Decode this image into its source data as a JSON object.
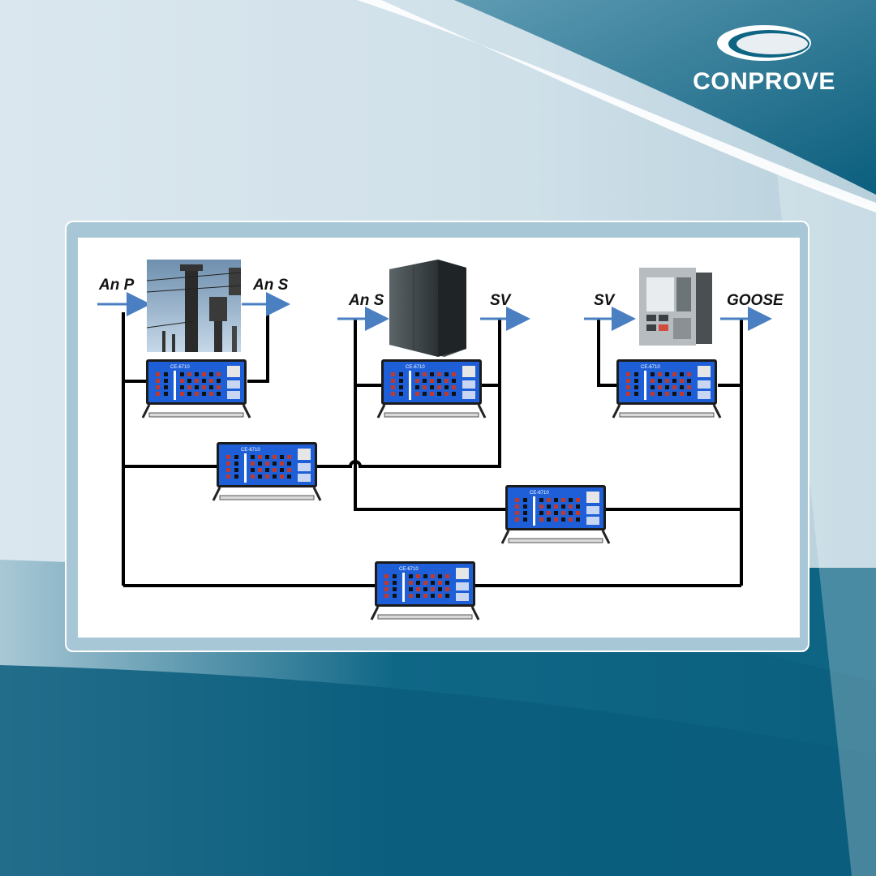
{
  "brand": {
    "name": "CONPROVE"
  },
  "labels": {
    "stage1_input": "An P",
    "stage1_output": "An S",
    "stage2_input": "An S",
    "stage2_output": "SV",
    "stage3_input": "SV",
    "stage3_output": "GOOSE"
  },
  "device": {
    "model": "CE-6710"
  },
  "colors": {
    "arrow": "#4a7fc1",
    "wire": "#000000",
    "device_blue": "#1e5fd8",
    "panel": "#a8c7d6",
    "background_dark": "#0d6483",
    "background_light": "#d5e3ea"
  }
}
